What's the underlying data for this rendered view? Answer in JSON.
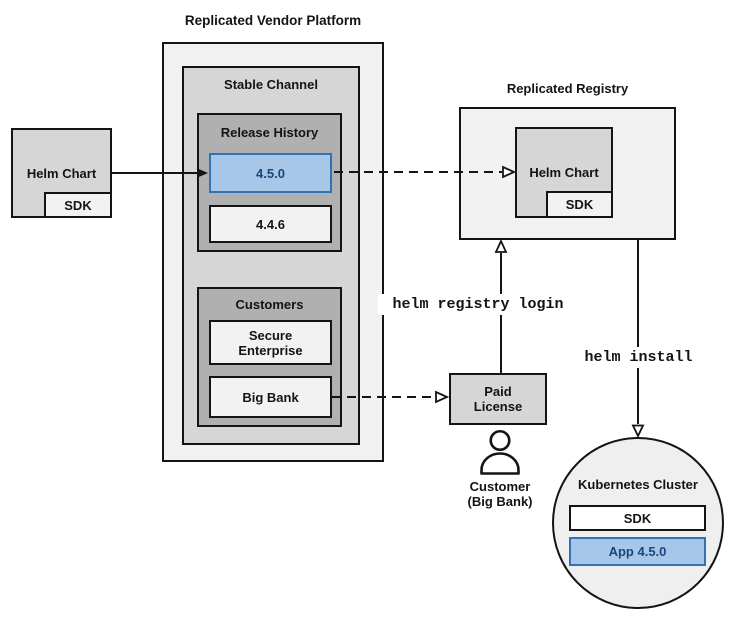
{
  "colors": {
    "container_fill": "#f2f2f2",
    "channel_fill": "#d6d6d6",
    "section_fill": "#b0b0b0",
    "item_fill": "#f2f2f2",
    "highlight_fill": "#a8c7e8",
    "highlight_border": "#2e74b5",
    "highlight_text": "#17487b",
    "line_color": "#141414"
  },
  "vendor_platform": {
    "title": "Replicated Vendor Platform",
    "stable_channel": {
      "title": "Stable Channel",
      "release_history": {
        "title": "Release History",
        "releases": [
          {
            "version": "4.5.0",
            "highlighted": true
          },
          {
            "version": "4.4.6",
            "highlighted": false
          }
        ]
      },
      "customers": {
        "title": "Customers",
        "items": [
          "Secure Enterprise",
          "Big Bank"
        ]
      }
    }
  },
  "source_chart": {
    "label": "Helm Chart",
    "sdk": "SDK"
  },
  "registry": {
    "title": "Replicated Registry",
    "chart_label": "Helm Chart",
    "sdk": "SDK"
  },
  "license": {
    "label": "Paid License"
  },
  "customer": {
    "name": "Customer",
    "org": "(Big Bank)"
  },
  "commands": {
    "registry_login": "helm registry login",
    "install": "helm install"
  },
  "cluster": {
    "title": "Kubernetes Cluster",
    "sdk": "SDK",
    "app": "App 4.5.0"
  }
}
